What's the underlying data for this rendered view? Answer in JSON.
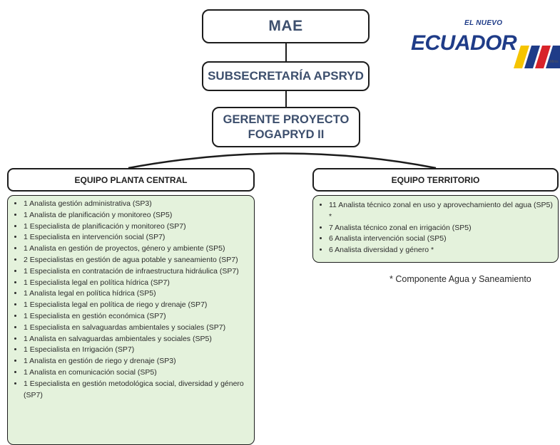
{
  "org": {
    "top": "MAE",
    "level2": "SUBSECRETARÍA APSRYD",
    "level3_line1": "GERENTE PROYECTO",
    "level3_line2": "FOGAPRYD II"
  },
  "logo": {
    "small": "EL NUEVO",
    "main": "ECUADOR",
    "tiny": "Minis"
  },
  "central_team": {
    "title": "EQUIPO PLANTA CENTRAL",
    "items": [
      "1 Analista gestión administrativa (SP3)",
      "1 Analista de planificación y monitoreo (SP5)",
      "1 Especialista de planificación y monitoreo (SP7)",
      "1 Especialista en intervención social (SP7)",
      "1 Analista en gestión de proyectos, género y ambiente (SP5)",
      "2 Especialistas en gestión de agua potable y saneamiento (SP7)",
      "1 Especialista en contratación de infraestructura hidráulica (SP7)",
      "1 Especialista legal en política hídrica (SP7)",
      "1 Analista legal en política hídrica (SP5)",
      "1 Especialista legal en política de riego y drenaje (SP7)",
      "1 Especialista en gestión económica (SP7)",
      "1 Especialista en salvaguardas ambientales y sociales (SP7)",
      "1 Analista en  salvaguardas ambientales y sociales (SP5)",
      "1 Especialista en Irrigación (SP7)",
      "1 Analista en gestión de riego y drenaje (SP3)",
      "1 Analista en comunicación social (SP5)",
      "1 Especialista en gestión metodológica social, diversidad y género (SP7)"
    ]
  },
  "territory_team": {
    "title": "EQUIPO TERRITORIO",
    "items": [
      "11 Analista técnico zonal en uso y aprovechamiento del agua (SP5) *",
      "7  Analista técnico zonal en irrigación (SP5)",
      "6 Analista intervención social (SP5)",
      "6 Analista diversidad y género *"
    ]
  },
  "note": "* Componente  Agua y Saneamiento",
  "colors": {
    "list_fill": "#e4f2dc",
    "node_text": "#3d4f6d",
    "logo_blue": "#1f3c88",
    "logo_yellow": "#f5c400",
    "logo_red": "#d8232a"
  }
}
